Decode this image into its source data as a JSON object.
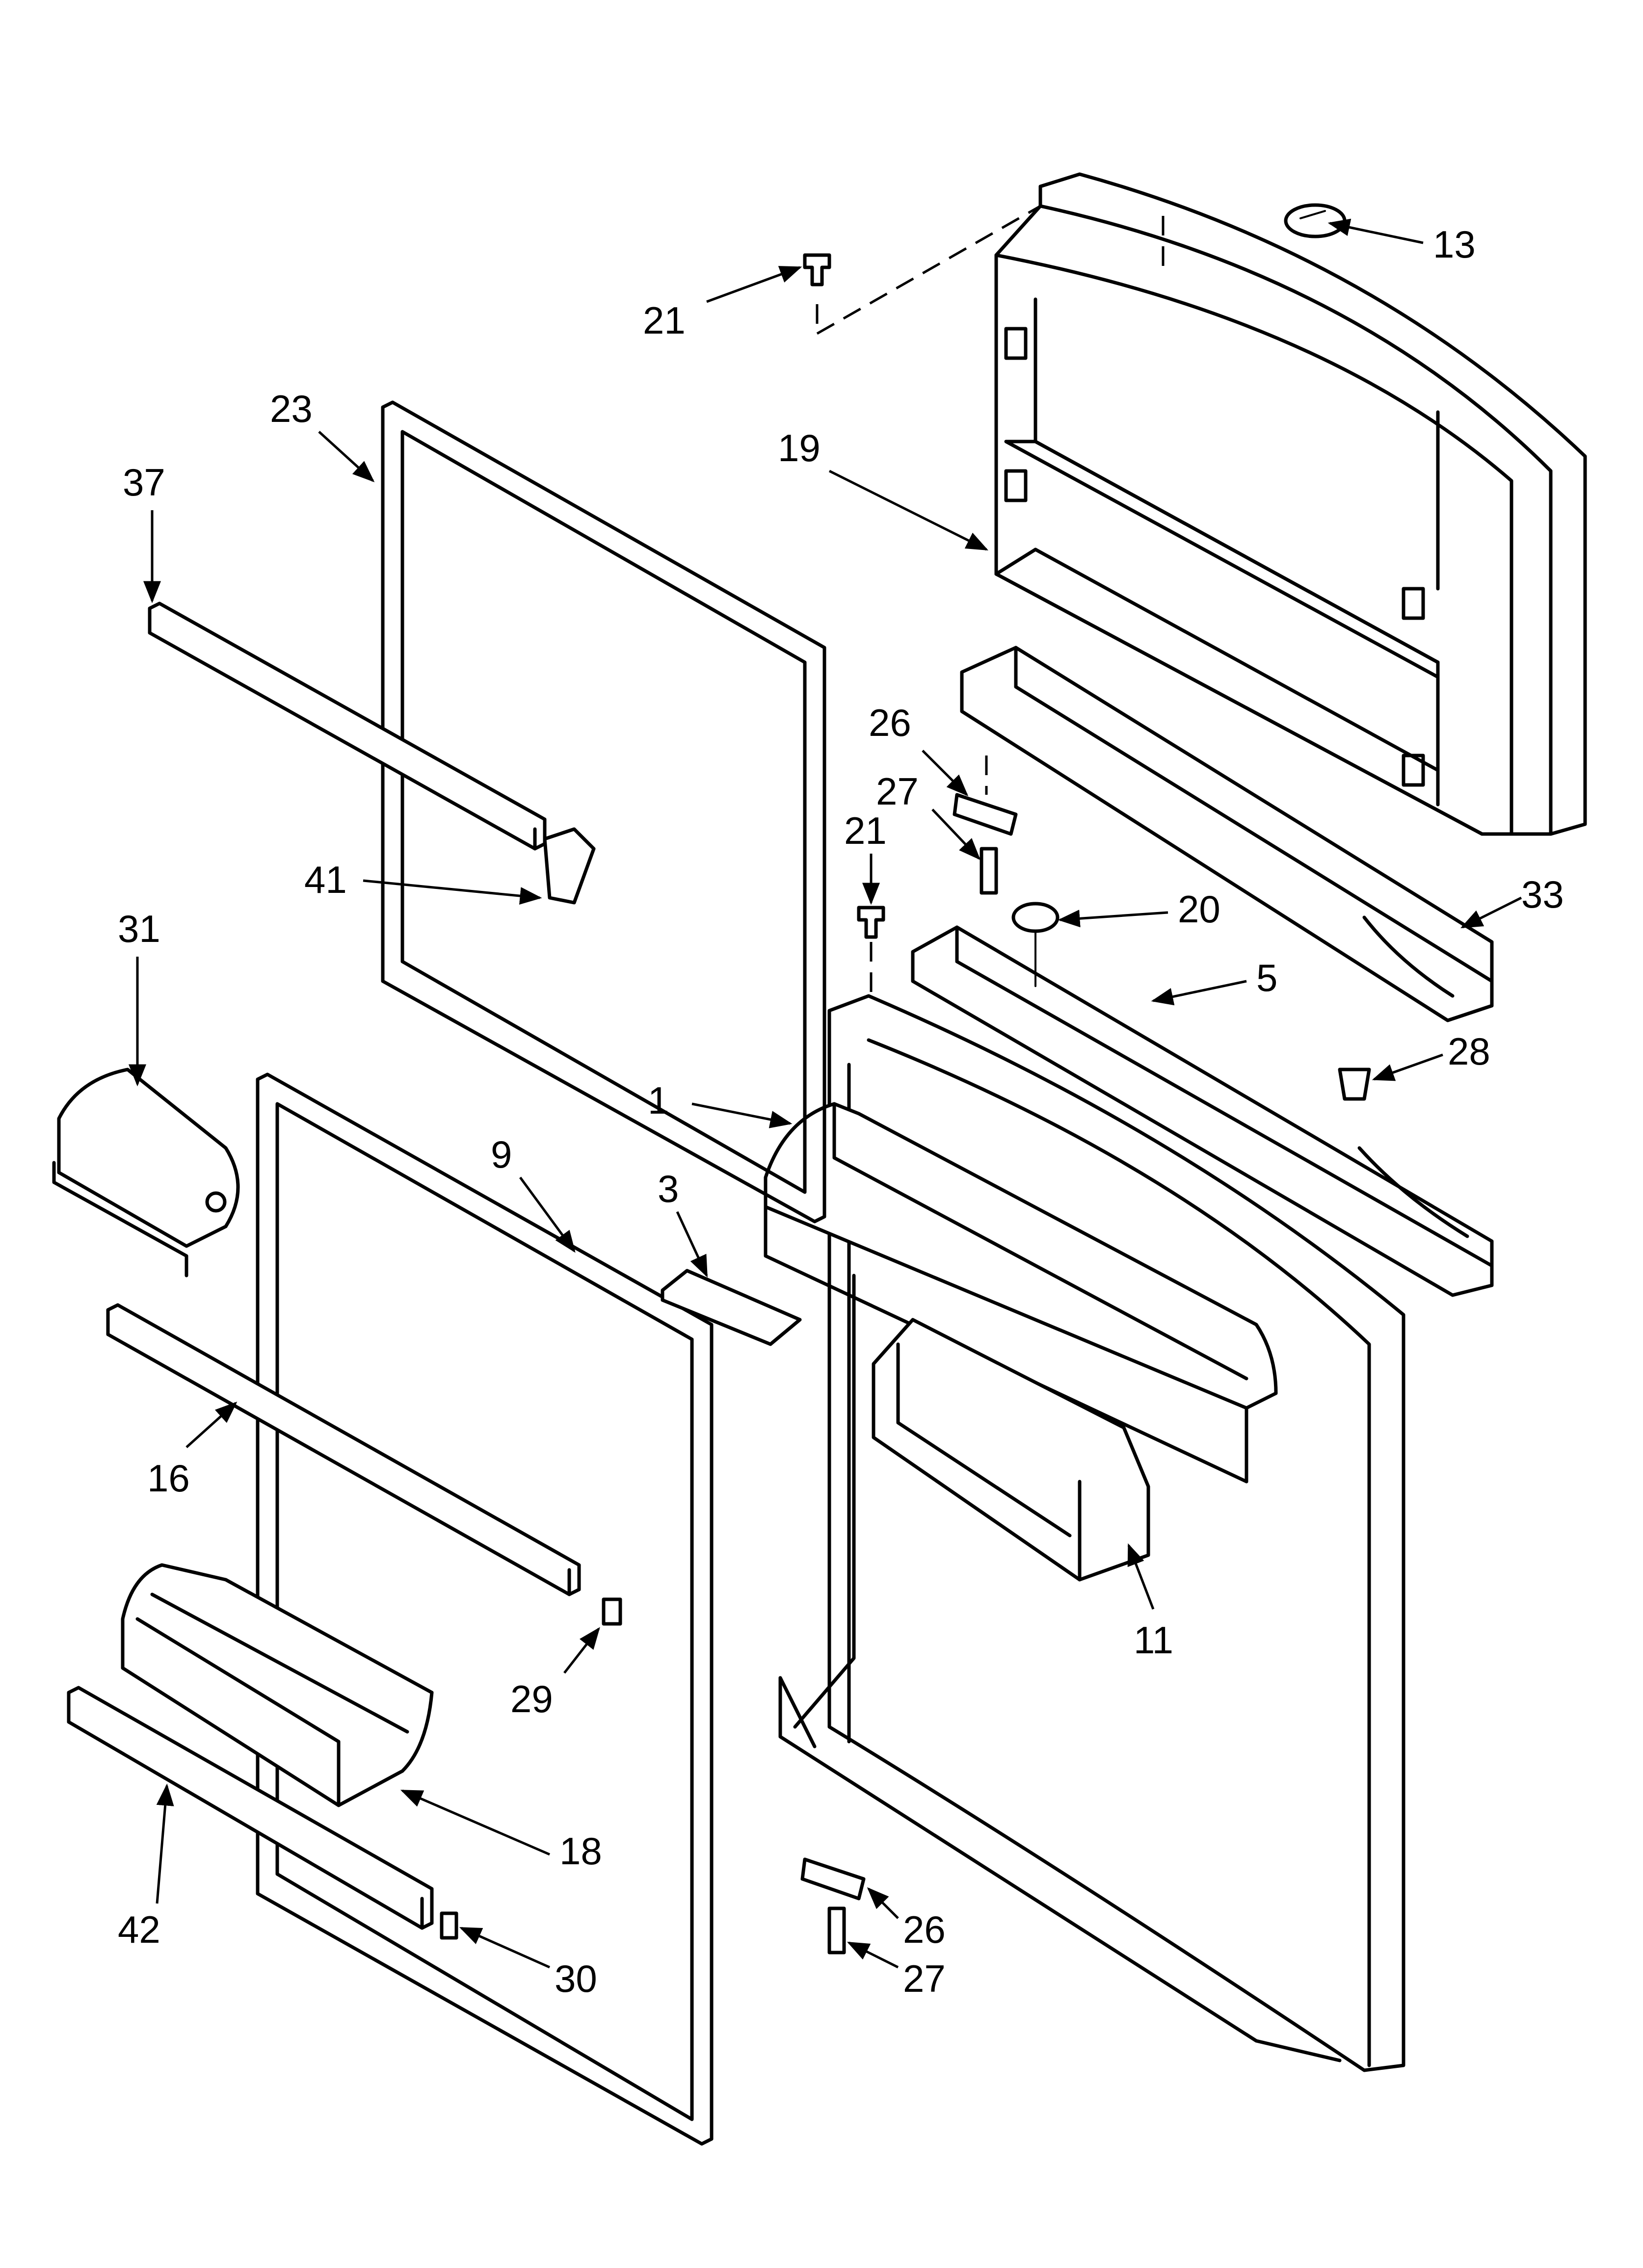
{
  "callouts": [
    {
      "id": "c13",
      "label": "13"
    },
    {
      "id": "c21a",
      "label": "21"
    },
    {
      "id": "c19",
      "label": "19"
    },
    {
      "id": "c23",
      "label": "23"
    },
    {
      "id": "c37",
      "label": "37"
    },
    {
      "id": "c26a",
      "label": "26"
    },
    {
      "id": "c27a",
      "label": "27"
    },
    {
      "id": "c21b",
      "label": "21"
    },
    {
      "id": "c20",
      "label": "20"
    },
    {
      "id": "c33",
      "label": "33"
    },
    {
      "id": "c41",
      "label": "41"
    },
    {
      "id": "c31",
      "label": "31"
    },
    {
      "id": "c5",
      "label": "5"
    },
    {
      "id": "c28",
      "label": "28"
    },
    {
      "id": "c1",
      "label": "1"
    },
    {
      "id": "c9",
      "label": "9"
    },
    {
      "id": "c3",
      "label": "3"
    },
    {
      "id": "c16",
      "label": "16"
    },
    {
      "id": "c11",
      "label": "11"
    },
    {
      "id": "c29",
      "label": "29"
    },
    {
      "id": "c18",
      "label": "18"
    },
    {
      "id": "c42",
      "label": "42"
    },
    {
      "id": "c26b",
      "label": "26"
    },
    {
      "id": "c30",
      "label": "30"
    },
    {
      "id": "c27b",
      "label": "27"
    }
  ]
}
